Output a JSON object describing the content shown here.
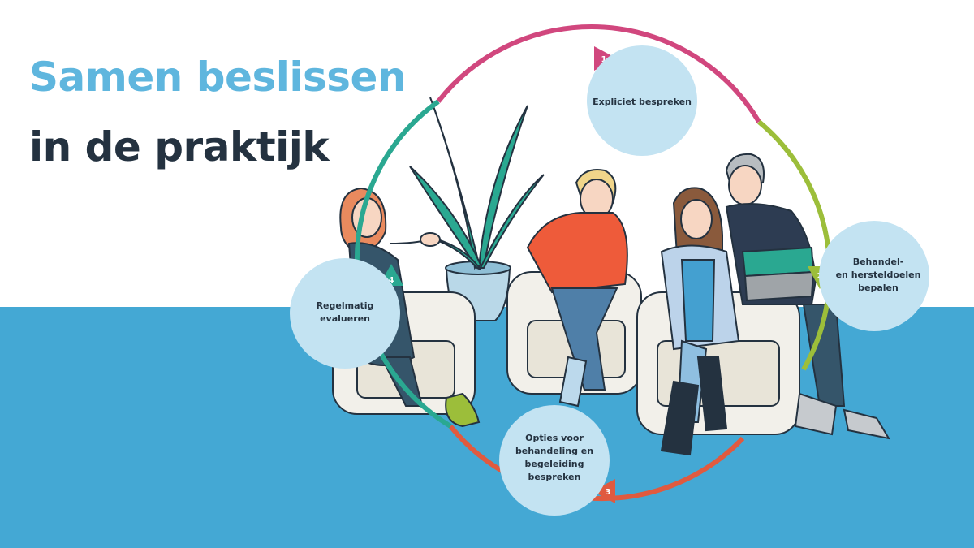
{
  "title": {
    "line1": "Samen beslissen",
    "line2": "in de praktijk"
  },
  "colors": {
    "title_accent": "#5fb6de",
    "title_dark": "#243240",
    "floor": "#44a8d4",
    "bubble": "#c3e3f2",
    "step1": "#d1477e",
    "step2": "#9cbe3a",
    "step3": "#e05a3f",
    "step4": "#2aa891"
  },
  "steps": [
    {
      "number": "1",
      "lines": [
        "Expliciet bespreken"
      ]
    },
    {
      "number": "2",
      "lines": [
        "Behandel-",
        "en hersteldoelen",
        "bepalen"
      ]
    },
    {
      "number": "3",
      "lines": [
        "Opties voor",
        "behandeling en",
        "begeleiding",
        "bespreken"
      ]
    },
    {
      "number": "4",
      "lines": [
        "Regelmatig",
        "evalueren"
      ]
    }
  ],
  "illustration": {
    "people": [
      "woman-with-red-hair",
      "woman-with-blonde-hair",
      "woman-with-brown-hair",
      "man-with-grey-hair"
    ],
    "objects": [
      "potted-plant",
      "armchair",
      "armchair",
      "sofa"
    ]
  }
}
